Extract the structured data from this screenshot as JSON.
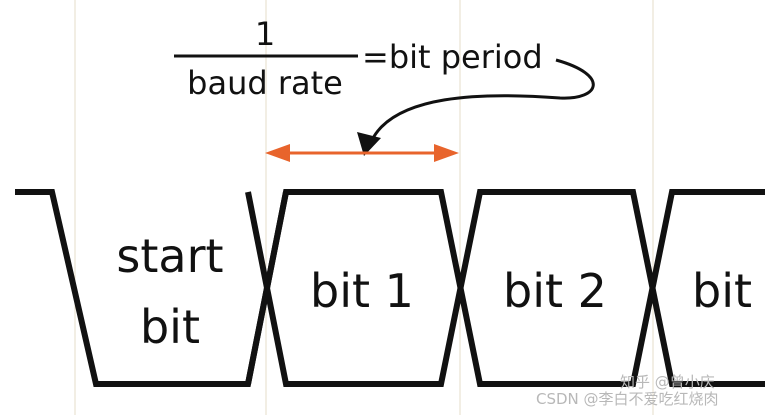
{
  "formula": {
    "numerator": "1",
    "denominator": "baud rate",
    "equals_text": "=bit period"
  },
  "cells": {
    "start": {
      "line1": "start",
      "line2": "bit"
    },
    "bit1": "bit 1",
    "bit2": "bit 2",
    "bit3": "bit"
  },
  "watermark": {
    "line1": "知乎 @曾小庆",
    "line2": "CSDN @李白不爱吃红烧肉"
  },
  "colors": {
    "signal": "#111111",
    "arrow": "#e8642c",
    "gridline": "#e6dcc8"
  }
}
